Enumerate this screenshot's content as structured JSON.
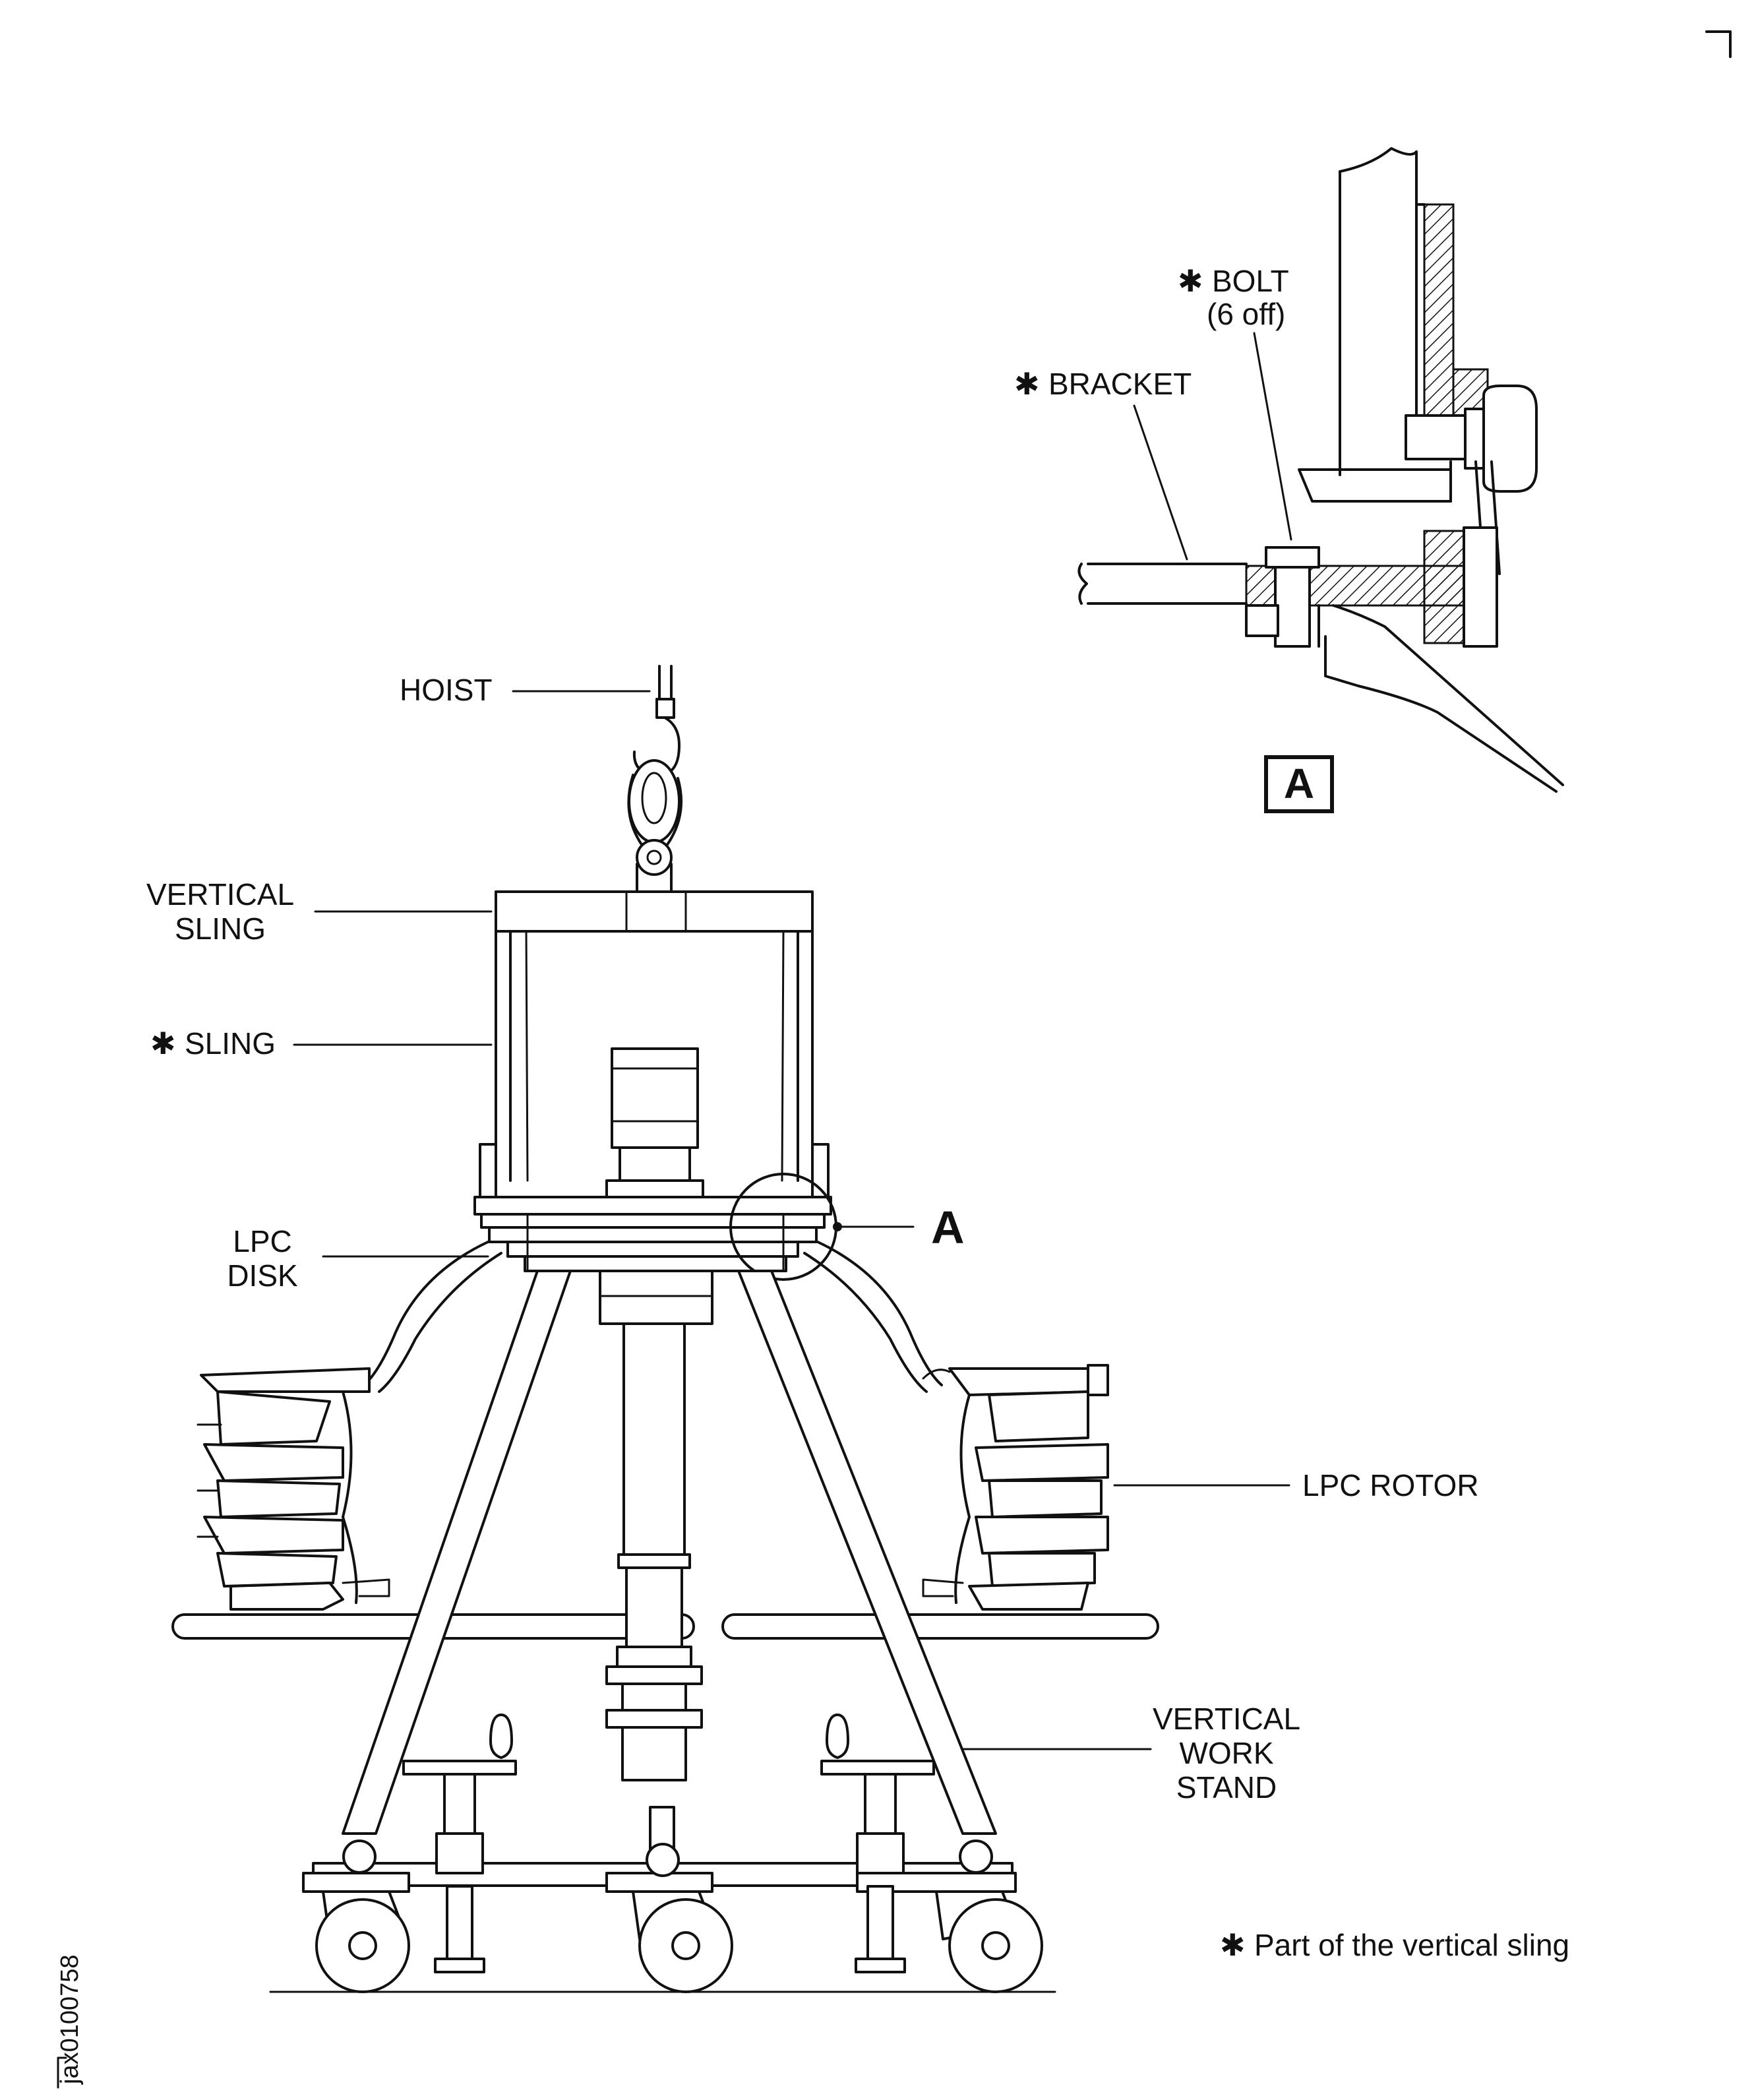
{
  "figure_id": "jax0100758",
  "labels": {
    "hoist": "HOIST",
    "vertical_sling_l1": "VERTICAL",
    "vertical_sling_l2": "SLING",
    "sling": "SLING",
    "lpc_disk_l1": "LPC",
    "lpc_disk_l2": "DISK",
    "detail_callout": "A",
    "lpc_rotor": "LPC ROTOR",
    "work_stand_l1": "VERTICAL",
    "work_stand_l2": "WORK",
    "work_stand_l3": "STAND",
    "bolt_l1": "BOLT",
    "bolt_l2": "(6 off)",
    "bracket": "BRACKET",
    "detail_box": "A",
    "footnote": "Part of the vertical sling"
  },
  "asterisk_symbol": "✱"
}
